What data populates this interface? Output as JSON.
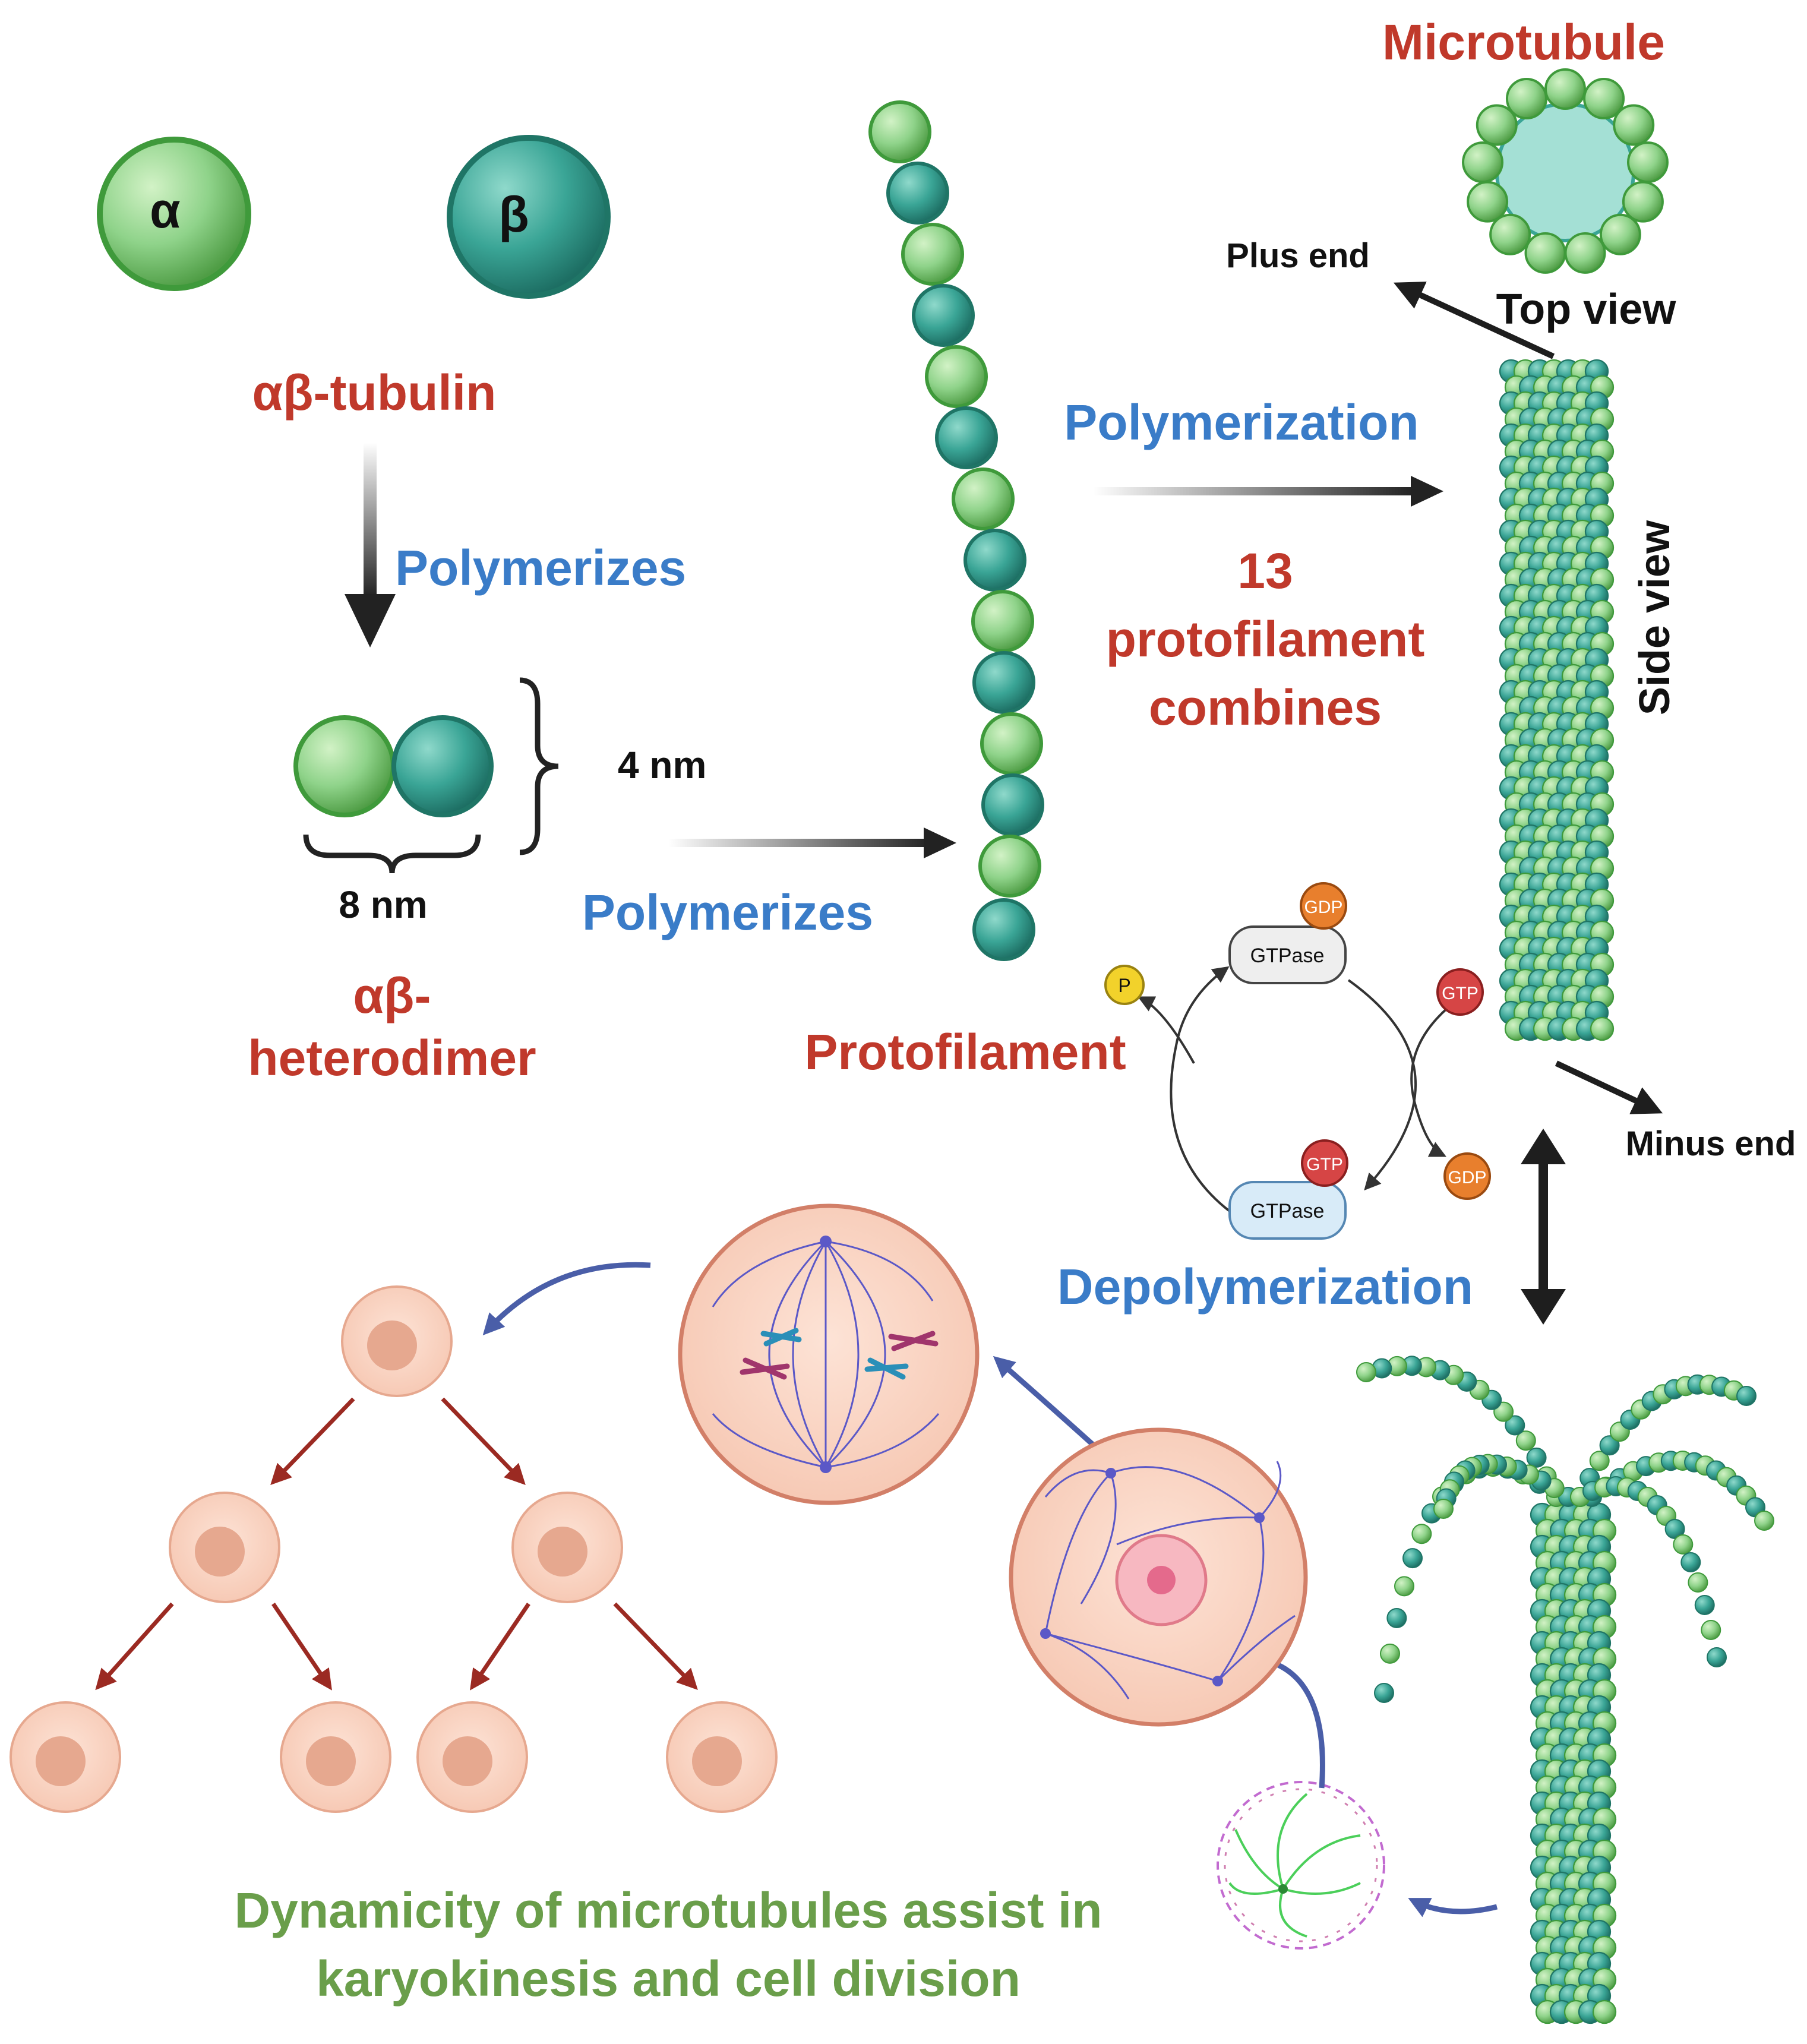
{
  "labels": {
    "alpha": "α",
    "beta": "β",
    "tubulin": "αβ-tubulin",
    "polymerizes_1": "Polymerizes",
    "four_nm": "4 nm",
    "eight_nm": "8 nm",
    "polymerizes_2": "Polymerizes",
    "heterodimer_1": "αβ-",
    "heterodimer_2": "heterodimer",
    "protofilament": "Protofilament",
    "polymerization": "Polymerization",
    "combines_1": "13",
    "combines_2": "protofilament",
    "combines_3": "combines",
    "microtubule": "Microtubule",
    "plus_end": "Plus end",
    "top_view": "Top view",
    "side_view": "Side view",
    "minus_end": "Minus end",
    "depolymerization": "Depolymerization",
    "caption_1": "Dynamicity of microtubules assist in",
    "caption_2": "karyokinesis and cell division"
  },
  "gtp_cycle": {
    "gtpase_top": "GTPase",
    "gtpase_bottom": "GTPase",
    "gdp_top": "GDP",
    "gtp_right": "GTP",
    "p": "P",
    "gtp_bottom": "GTP",
    "gdp_right": "GDP"
  },
  "colors": {
    "alpha_green": "#8fd38a",
    "beta_teal": "#3aa596",
    "label_red": "#c0392b",
    "label_blue": "#3a7cc8",
    "caption_green": "#6a9e4a",
    "cell_peach": "#f8d2bf",
    "arrow_darkred": "#9b2a22",
    "arrow_navy": "#4a5ea8"
  }
}
